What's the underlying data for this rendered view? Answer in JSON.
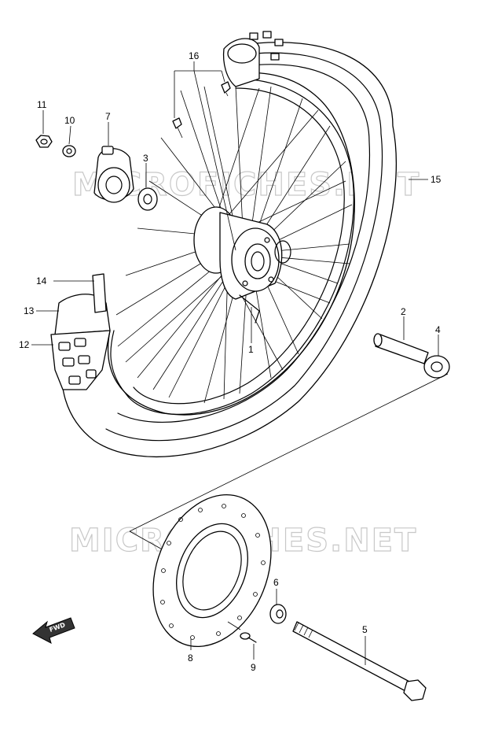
{
  "watermark": "MICROFICHES.NET",
  "fwd_label": "FWD",
  "callouts": {
    "c1": "1",
    "c2": "2",
    "c3": "3",
    "c4": "4",
    "c5": "5",
    "c6": "6",
    "c7": "7",
    "c8": "8",
    "c9": "9",
    "c10": "10",
    "c11": "11",
    "c12": "12",
    "c13": "13",
    "c14": "14",
    "c15": "15",
    "c16": "16"
  }
}
